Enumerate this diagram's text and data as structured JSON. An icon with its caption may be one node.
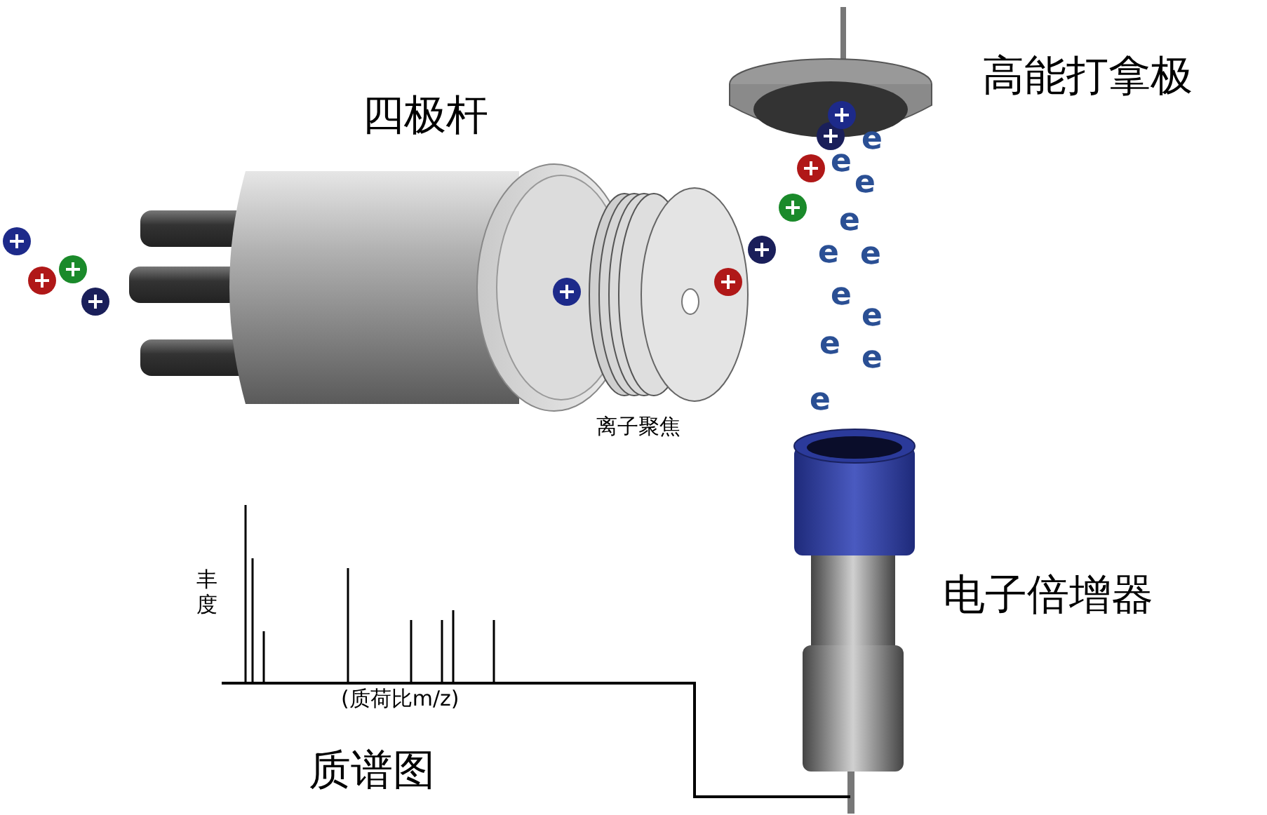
{
  "diagram": {
    "labels": [
      "高能打拿极",
      "四极杆",
      "e",
      "e",
      "e",
      "e",
      "e",
      "e",
      "e",
      "e",
      "e",
      "e",
      "e",
      "离子聚焦",
      "电子倍增器",
      "丰度",
      "(质荷比m/z)",
      "质谱图"
    ]
  }
}
